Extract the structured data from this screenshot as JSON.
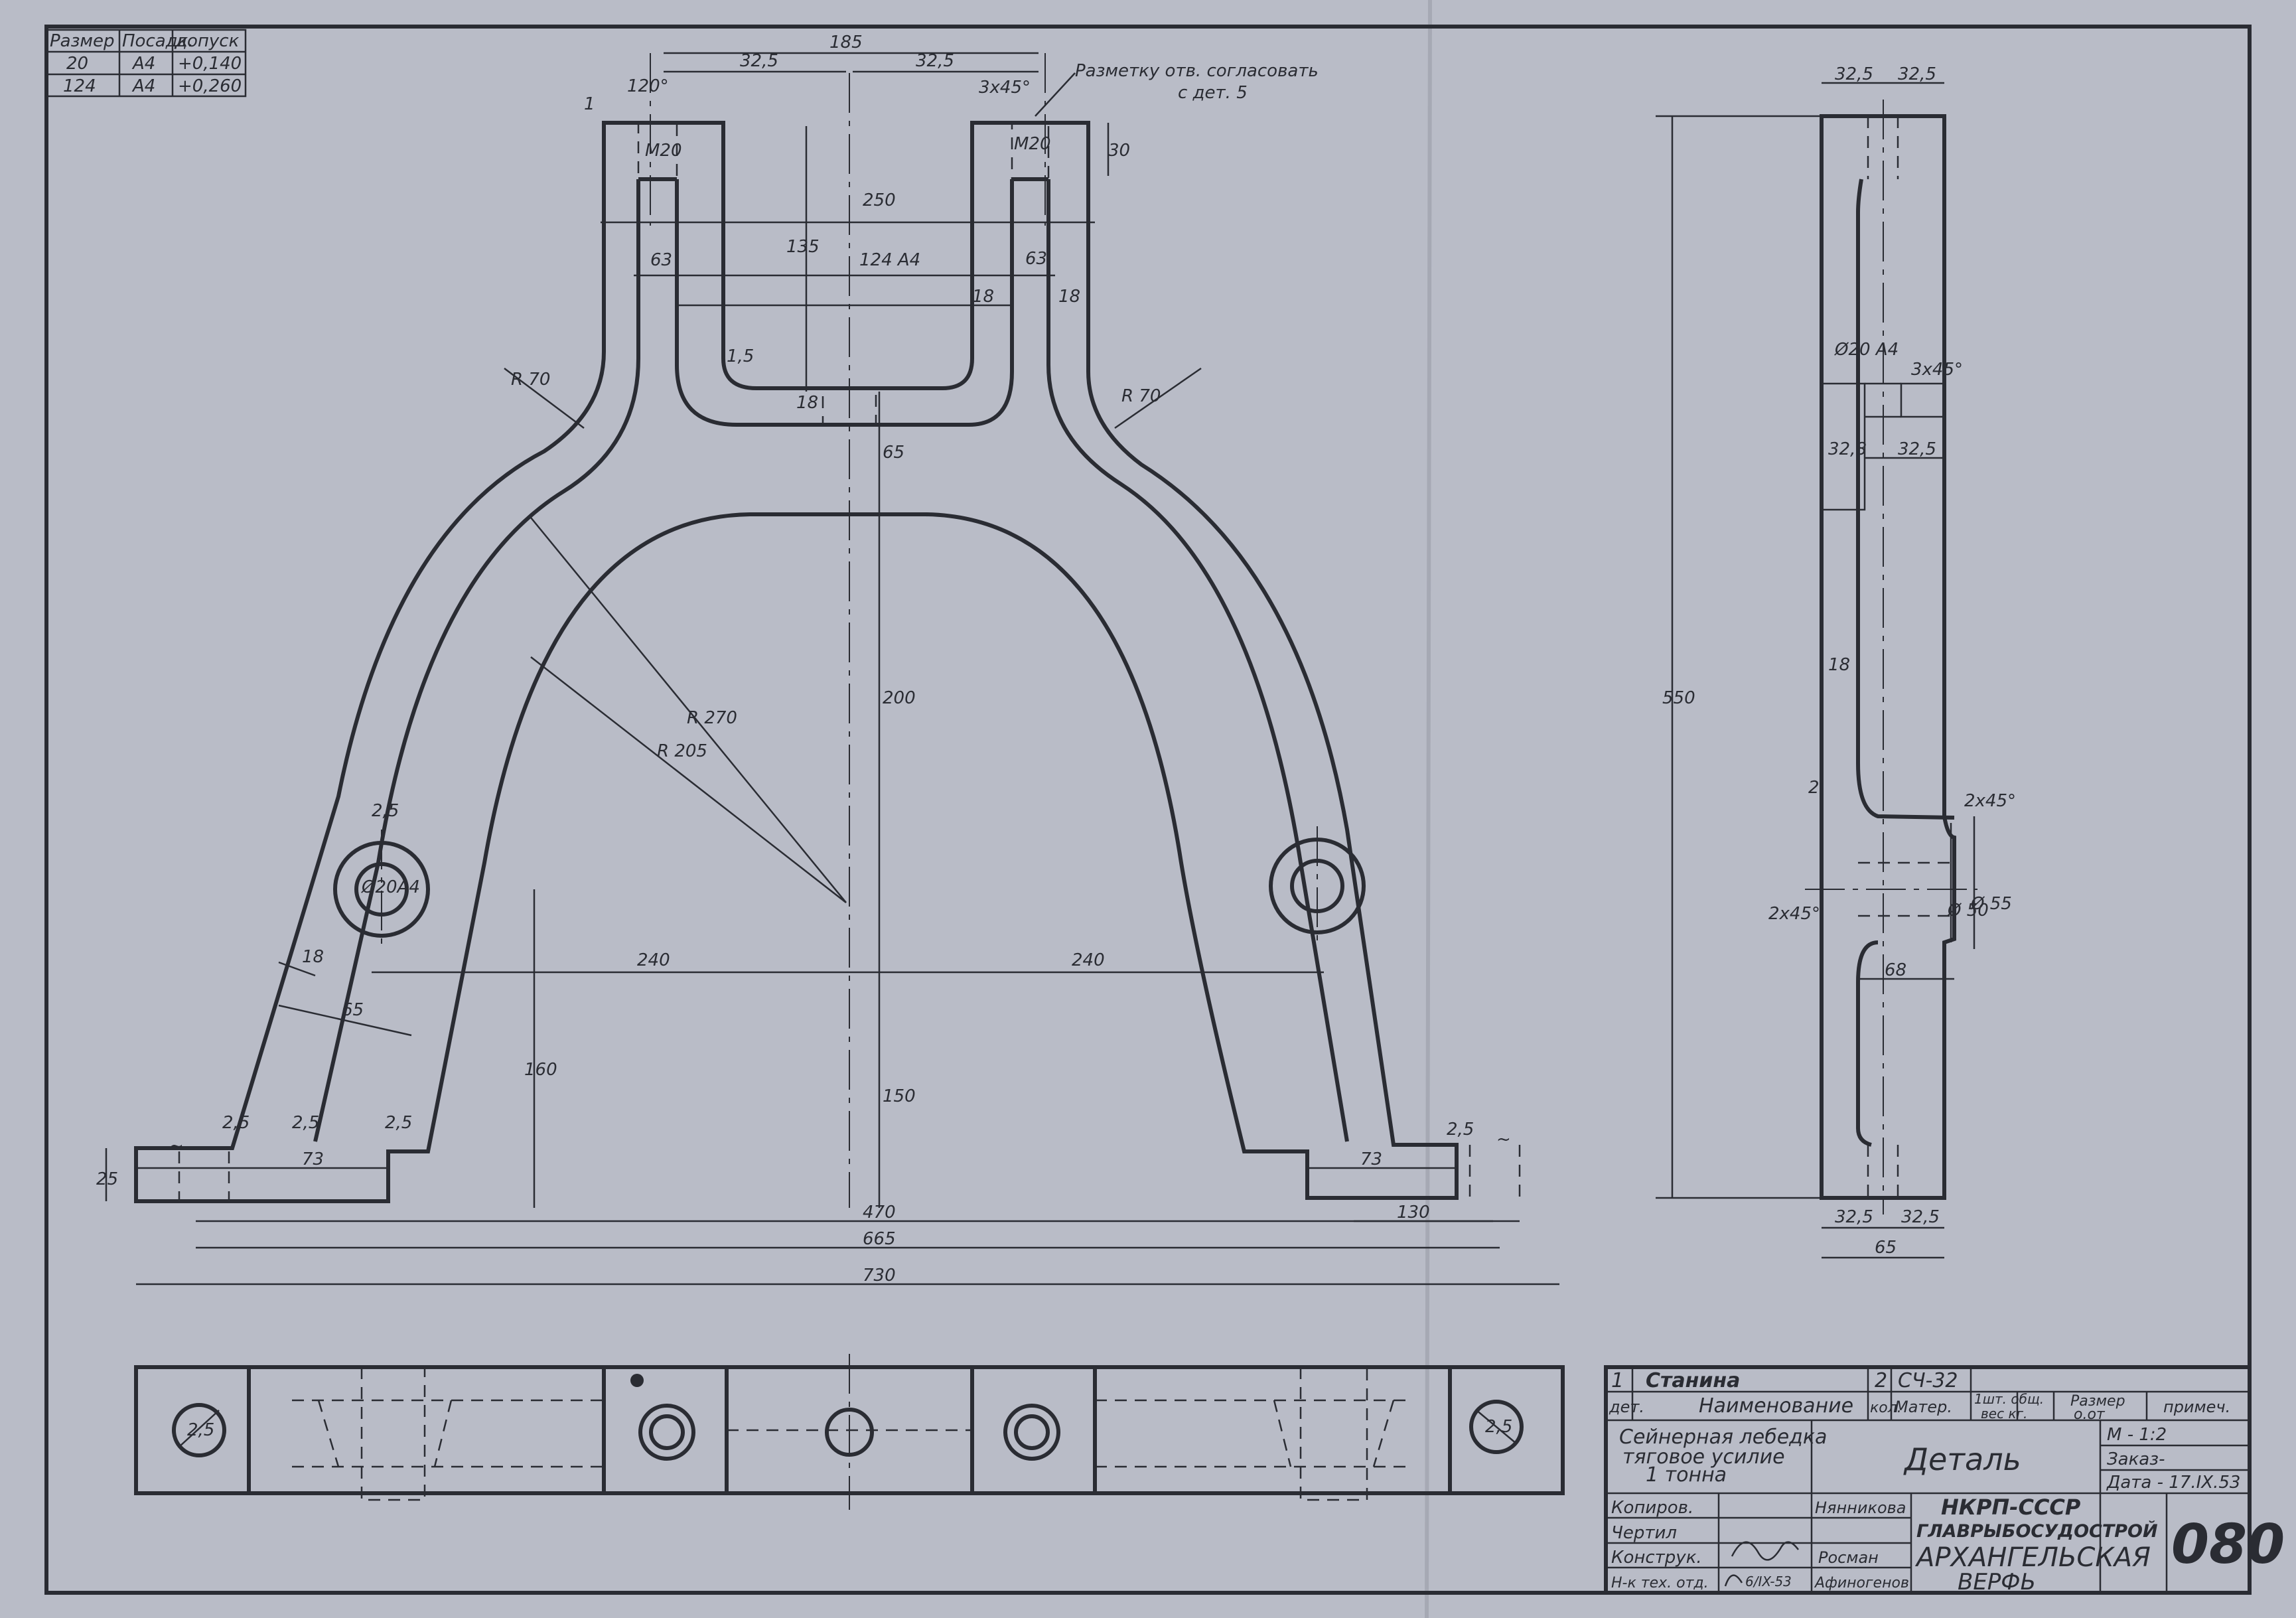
{
  "tolerance_table": {
    "headers": [
      "Размер",
      "Посадк.",
      "допуск"
    ],
    "rows": [
      [
        "20",
        "А4",
        "+0,140"
      ],
      [
        "124",
        "А4",
        "+0,260"
      ]
    ]
  },
  "notes": {
    "marking_line1": "Разметку отв. согласовать",
    "marking_line2": "с дет. 5"
  },
  "front_view_dims": {
    "d185": "185",
    "d32_5_left": "32,5",
    "d32_5_right": "32,5",
    "chamfer_top": "3x45°",
    "angle120": "120°",
    "thread_left": "M20",
    "thread_right": "M20",
    "d30": "30",
    "d250": "250",
    "d135": "135",
    "d124": "124 А4",
    "d63_left": "63",
    "d63_right": "63",
    "d18_a": "18",
    "d18_b": "18",
    "d18_c": "18",
    "d18_d": "18",
    "r15": "1,5",
    "r70_left": "R 70",
    "r70_right": "R 70",
    "d65_mid": "65",
    "r270": "R 270",
    "r205": "R 205",
    "d200": "200",
    "hole_dia": "Ø20А4",
    "r25_a": "2,5",
    "d240_left": "240",
    "d240_right": "240",
    "d160": "160",
    "d150": "150",
    "d65_arm": "65",
    "r25_b": "2,5",
    "r25_c": "2,5",
    "r25_d": "2,5",
    "r25_e": "2,5",
    "d25": "25",
    "d73_left": "73",
    "d73_right": "73",
    "d470": "470",
    "d130": "130",
    "d665": "665",
    "d730": "730",
    "tilde_left": "~",
    "tilde_right": "~",
    "num1": "1"
  },
  "side_view_dims": {
    "d32_5_tl": "32,5",
    "d32_5_tr": "32,5",
    "d550": "550",
    "dia20": "Ø20 А4",
    "chamfer3": "3x45°",
    "d32_8": "32,8",
    "d32_5_mid": "32,5",
    "d18": "18",
    "chamfer2_top": "2x45°",
    "chamfer2_bot": "2x45°",
    "dia50": "Ø 50",
    "dia55": "Ø 55",
    "d68": "68",
    "d32_5_bl": "32,5",
    "d32_5_br": "32,5",
    "d65": "65",
    "small2": "2"
  },
  "plan_view": {
    "hole_left": "2,5",
    "hole_right": "2,5"
  },
  "title_block": {
    "part_no": "1",
    "part_name": "Станина",
    "qty": "2",
    "material": "СЧ-32",
    "h_det": "дет.",
    "h_name": "Наименование",
    "h_qty": "кол.",
    "h_mat": "Матер.",
    "h_weight": "1шт. общ.",
    "h_weight2": "вес кг.",
    "h_size": "Размер",
    "h_size2": "о.от",
    "h_note": "примеч.",
    "product_line1": "Сейнерная лебедка",
    "product_line2": "тяговое усилие",
    "product_line3": "1 тонна",
    "doc_type": "Деталь",
    "scale": "М - 1:2",
    "order": "Заказ-",
    "date": "Дата - 17.IX.53",
    "r_copy": "Копиров.",
    "r_draw": "Чертил",
    "r_design": "Конструк.",
    "r_head": "Н-к тех. отд.",
    "n_draw": "Нянникова",
    "n_design": "Росман",
    "n_head": "Афиногенов",
    "head_date": "6/IX-53",
    "org1": "НКРП-СССР",
    "org2": "ГЛАВРЫБОСУДОСТРОЙ",
    "org3": "АРХАНГЕЛЬСКАЯ",
    "org4": "ВЕРФЬ",
    "sheet_no": "080"
  }
}
